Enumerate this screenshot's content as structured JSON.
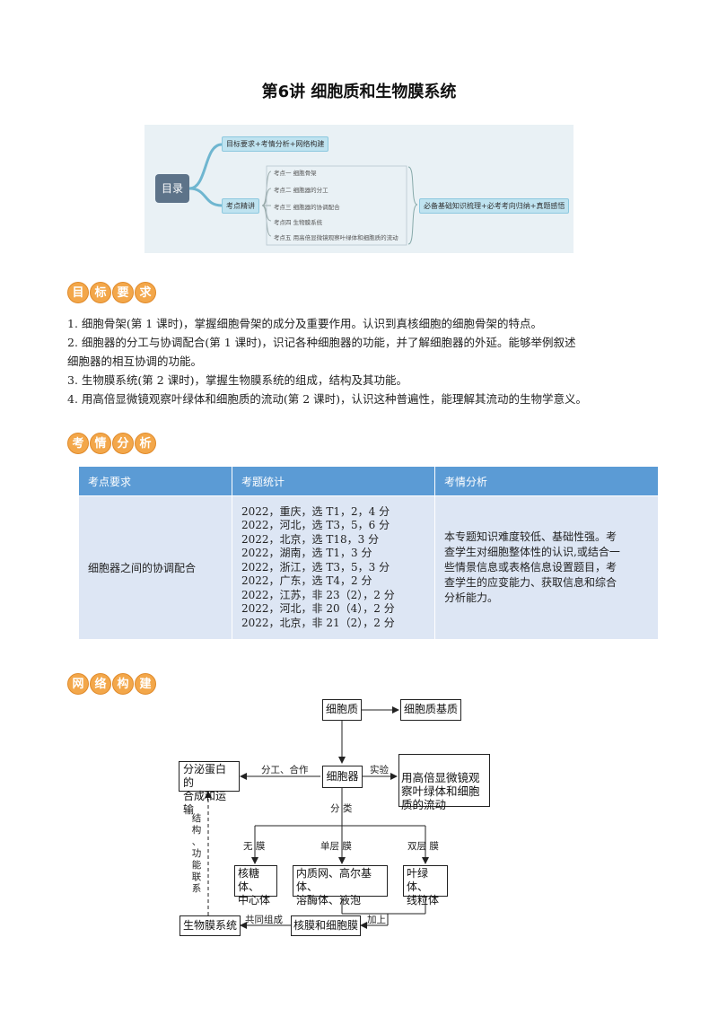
{
  "title": "第6讲 细胞质和生物膜系统",
  "mindmap": {
    "root": "目录",
    "branch1": "目标要求+考情分析+网络构建",
    "branch2": "考点精讲",
    "topics": [
      "考点一 细胞骨架",
      "考点二 细胞器的分工",
      "考点三 细胞器的协调配合",
      "考点四 生物膜系统",
      "考点五 用高倍显微镜观察叶绿体和细胞质的流动"
    ],
    "summary": "必备基础知识梳理+必考考向归纳+真题感悟"
  },
  "sections": {
    "goals": [
      "目",
      "标",
      "要",
      "求"
    ],
    "exam": [
      "考",
      "情",
      "分",
      "析"
    ],
    "network": [
      "网",
      "络",
      "构",
      "建"
    ]
  },
  "requirements": [
    "1. 细胞骨架(第 1 课时)，掌握细胞骨架的成分及重要作用。认识到真核细胞的细胞骨架的特点。",
    "2. 细胞器的分工与协调配合(第 1 课时)，识记各种细胞器的功能，并了解细胞器的外延。能够举例叙述",
    "细胞器的相互协调的功能。",
    "3. 生物膜系统(第 2 课时)，掌握生物膜系统的组成，结构及其功能。",
    "4. 用高倍显微镜观察叶绿体和细胞质的流动(第 2 课时)，认识这种普遍性，能理解其流动的生物学意义。"
  ],
  "table": {
    "headers": [
      "考点要求",
      "考题统计",
      "考情分析"
    ],
    "topic": "细胞器之间的协调配合",
    "stats": [
      "2022，重庆，选 T1，2，4 分",
      "2022，河北，选 T3，5，6 分",
      "2022，北京，选 T18，3 分",
      "2022，湖南，选 T1，3 分",
      "2022，浙江，选 T3，5，3 分",
      "2022，广东，选 T4，2 分",
      "2022，江苏，非 23（2），2 分",
      "2022，河北，非 20（4），2 分",
      "2022，北京，非 21（2），2 分"
    ],
    "analysis": [
      "本专题知识难度较低、基础性强。考",
      "查学生对细胞整体性的认识,或结合一",
      "些情景信息或表格信息设置题目，考",
      "查学生的应变能力、获取信息和综合",
      "分析能力。"
    ]
  },
  "flowchart": {
    "cytoplasm": "细胞质",
    "matrix": "细胞质基质",
    "organelle": "细胞器",
    "secretion": [
      "分泌蛋白的",
      "合成和运输"
    ],
    "experiment": [
      "用高倍显微镜观",
      "察叶绿体和细胞",
      "质的流动"
    ],
    "no_membrane_items": [
      "核糖体、",
      "中心体"
    ],
    "single_membrane_items": [
      "内质网、高尔基体、",
      "溶酶体、液泡"
    ],
    "double_membrane_items": [
      "叶绿体、",
      "线粒体"
    ],
    "nucleus_membrane": "核膜和细胞膜",
    "biomembrane_system": "生物膜系统",
    "labels": {
      "division": "分工、合作",
      "experiment": "实验",
      "classify": "分  类",
      "no_membrane": "无  膜",
      "single_membrane": "单层  膜",
      "double_membrane": "双层  膜",
      "add": "加上",
      "compose": "共同组成",
      "structure_function": [
        "结",
        "构",
        "、",
        "功",
        "能",
        "联",
        "系"
      ]
    }
  }
}
